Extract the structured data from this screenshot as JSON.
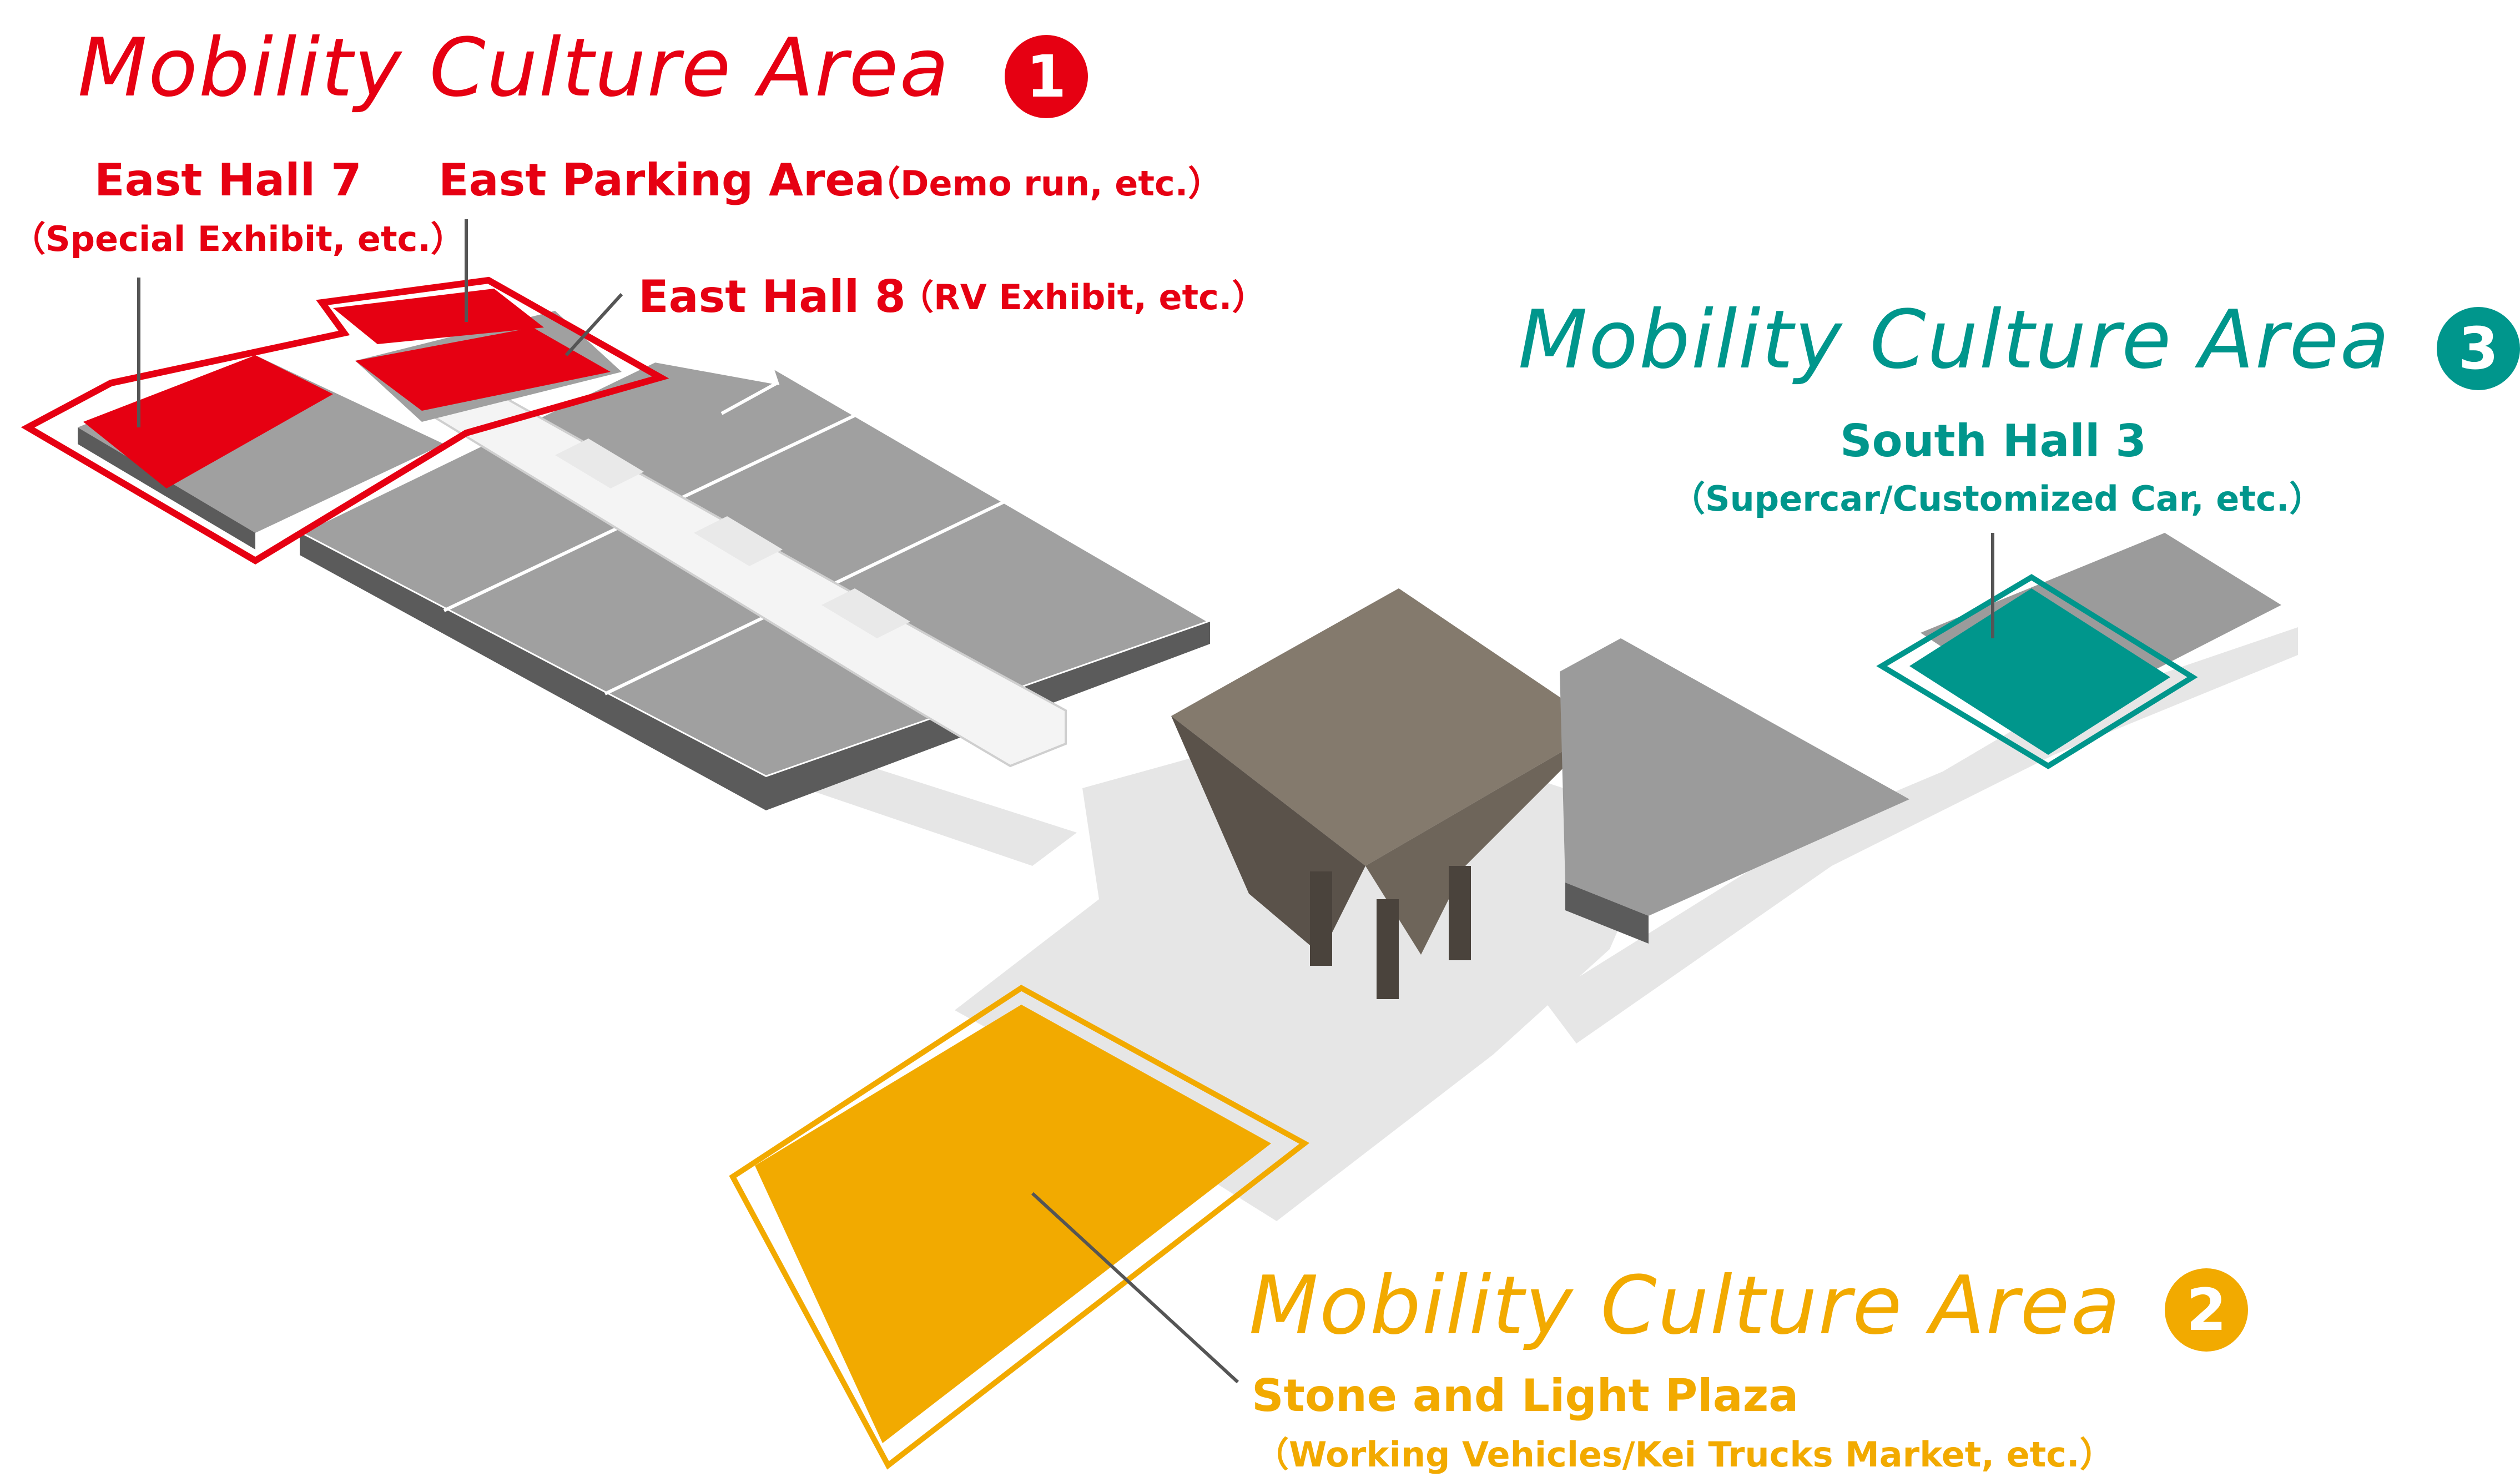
{
  "colors": {
    "area1": "#e60012",
    "area2": "#f2aa00",
    "area3": "#00968c",
    "hall_gray": "#9b9b9b",
    "floor_light": "#e6e6e6",
    "tower": "#847a6d"
  },
  "areas": [
    {
      "title": "Mobility Culture Area",
      "number": "1",
      "places": [
        {
          "name": "East Hall 7",
          "note": "（Special Exhibit, etc.）"
        },
        {
          "name": "East Parking Area",
          "note": "（Demo run, etc.）"
        },
        {
          "name": "East Hall 8",
          "note": "（RV Exhibit, etc.）"
        }
      ]
    },
    {
      "title": "Mobility Culture Area",
      "number": "2",
      "places": [
        {
          "name": "Stone and Light Plaza",
          "note": "（Working Vehicles/Kei Trucks Market, etc.）"
        }
      ]
    },
    {
      "title": "Mobility Culture Area",
      "number": "3",
      "places": [
        {
          "name": "South Hall 3",
          "note": "（Supercar/Customized Car, etc.）"
        }
      ]
    }
  ]
}
